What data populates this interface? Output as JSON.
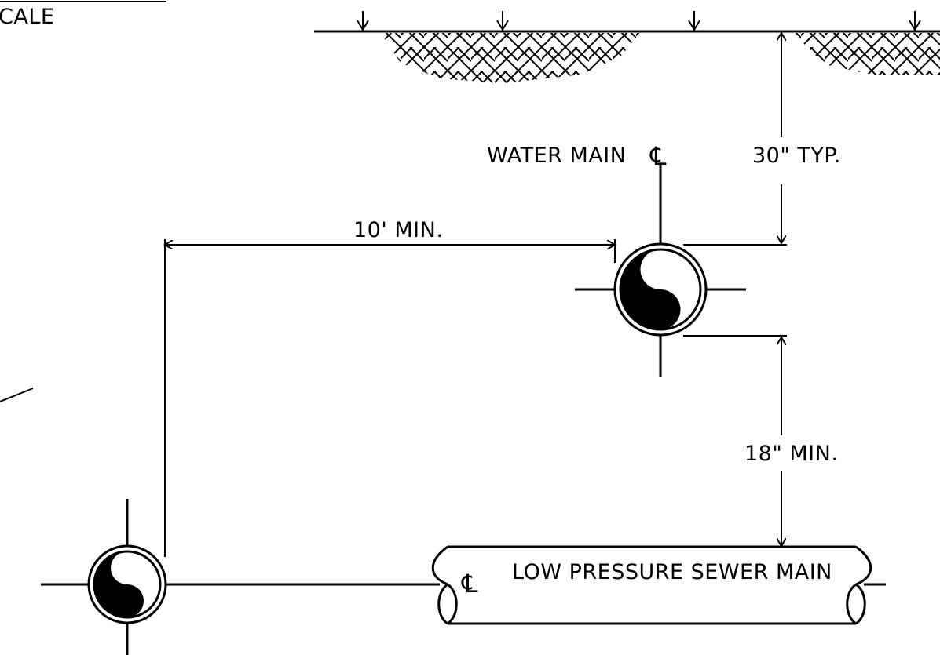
{
  "drawing": {
    "partial_label": "CALE",
    "water_main_label": "WATER MAIN",
    "centerline_symbol": "℄",
    "sewer_label": "LOW PRESSURE SEWER MAIN",
    "dimensions": {
      "cover": "30\" TYP.",
      "horizontal": "10' MIN.",
      "vertical": "18\" MIN."
    }
  },
  "colors": {
    "line": "#000000",
    "background": "#ffffff"
  }
}
